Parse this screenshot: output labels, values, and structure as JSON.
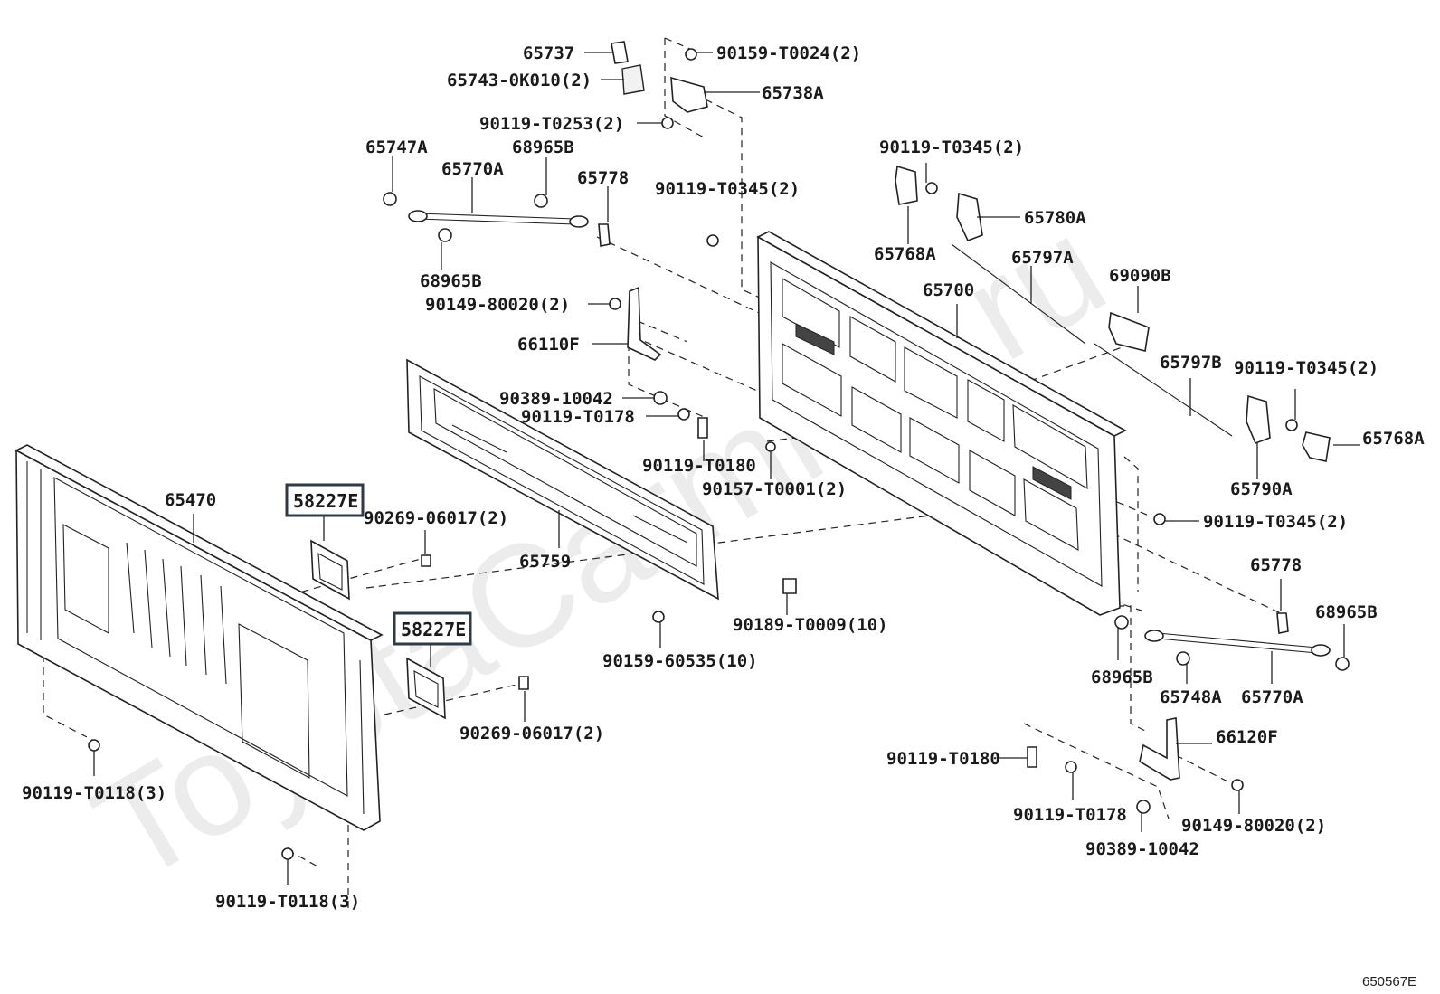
{
  "watermark": "ToyotaCarmine.ru",
  "diagram_code": "650567E",
  "labels": [
    {
      "id": "65737",
      "text": "65737"
    },
    {
      "id": "90159-T0024",
      "text": "90159-T0024(2)"
    },
    {
      "id": "65743-0K010",
      "text": "65743-0K010(2)"
    },
    {
      "id": "65738A",
      "text": "65738A"
    },
    {
      "id": "90119-T0253",
      "text": "90119-T0253(2)"
    },
    {
      "id": "65747A",
      "text": "65747A"
    },
    {
      "id": "68965B-top",
      "text": "68965B"
    },
    {
      "id": "65770A-top",
      "text": "65770A"
    },
    {
      "id": "65778-top",
      "text": "65778"
    },
    {
      "id": "90119-T0345-a",
      "text": "90119-T0345(2)"
    },
    {
      "id": "90119-T0345-b",
      "text": "90119-T0345(2)"
    },
    {
      "id": "65780A",
      "text": "65780A"
    },
    {
      "id": "65768A-left",
      "text": "65768A"
    },
    {
      "id": "65797A",
      "text": "65797A"
    },
    {
      "id": "68965B-mid",
      "text": "68965B"
    },
    {
      "id": "90149-80020-top",
      "text": "90149-80020(2)"
    },
    {
      "id": "65700",
      "text": "65700"
    },
    {
      "id": "69090B",
      "text": "69090B"
    },
    {
      "id": "66110F",
      "text": "66110F"
    },
    {
      "id": "65797B",
      "text": "65797B"
    },
    {
      "id": "90119-T0345-c",
      "text": "90119-T0345(2)"
    },
    {
      "id": "90389-10042-top",
      "text": "90389-10042"
    },
    {
      "id": "90119-T0178-top",
      "text": "90119-T0178"
    },
    {
      "id": "65768A-right",
      "text": "65768A"
    },
    {
      "id": "90119-T0180-top",
      "text": "90119-T0180"
    },
    {
      "id": "90157-T0001",
      "text": "90157-T0001(2)"
    },
    {
      "id": "65790A",
      "text": "65790A"
    },
    {
      "id": "65470",
      "text": "65470"
    },
    {
      "id": "58227-top",
      "text": "58227E"
    },
    {
      "id": "90269-06017-top",
      "text": "90269-06017(2)"
    },
    {
      "id": "90119-T0345-d",
      "text": "90119-T0345(2)"
    },
    {
      "id": "65759",
      "text": "65759"
    },
    {
      "id": "65778-right",
      "text": "65778"
    },
    {
      "id": "68965B-right",
      "text": "68965B"
    },
    {
      "id": "58227-bottom",
      "text": "58227E"
    },
    {
      "id": "90189-T0009",
      "text": "90189-T0009(10)"
    },
    {
      "id": "90159-60535",
      "text": "90159-60535(10)"
    },
    {
      "id": "68965B-low",
      "text": "68965B"
    },
    {
      "id": "65748A",
      "text": "65748A"
    },
    {
      "id": "65770A-right",
      "text": "65770A"
    },
    {
      "id": "90269-06017-bottom",
      "text": "90269-06017(2)"
    },
    {
      "id": "66120F",
      "text": "66120F"
    },
    {
      "id": "90119-T0180-bottom",
      "text": "90119-T0180"
    },
    {
      "id": "90119-T0118-left",
      "text": "90119-T0118(3)"
    },
    {
      "id": "90119-T0178-bottom",
      "text": "90119-T0178"
    },
    {
      "id": "90149-80020-bottom",
      "text": "90149-80020(2)"
    },
    {
      "id": "90389-10042-bottom",
      "text": "90389-10042"
    },
    {
      "id": "90119-T0118-bottom",
      "text": "90119-T0118(3)"
    }
  ]
}
